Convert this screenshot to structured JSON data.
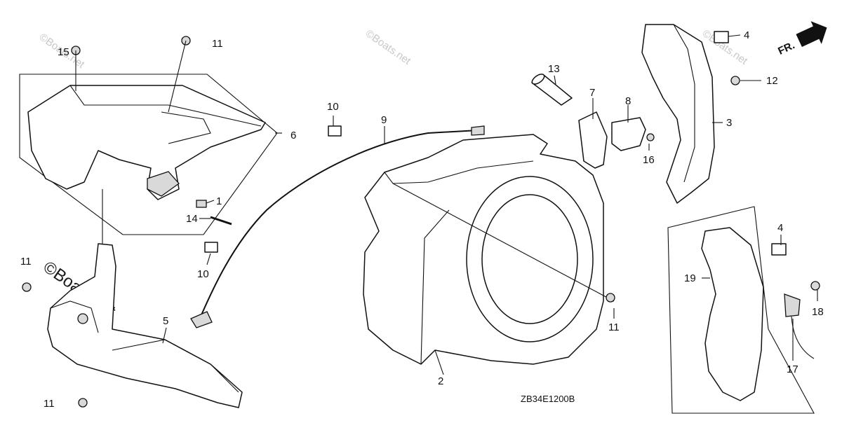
{
  "diagram": {
    "drawing_code": "ZB34E1200B",
    "direction_label": "FR.",
    "colors": {
      "ink": "#111111",
      "watermark": "#c8c8c8",
      "background": "#ffffff"
    },
    "watermark_text": "©Boats.net",
    "callouts": {
      "c1": "1",
      "c2": "2",
      "c3": "3",
      "c4a": "4",
      "c4b": "4",
      "c5": "5",
      "c6": "6",
      "c7": "7",
      "c8": "8",
      "c9": "9",
      "c10a": "10",
      "c10b": "10",
      "c11a": "11",
      "c11b": "11",
      "c11c": "11",
      "c11d": "11",
      "c12": "12",
      "c13": "13",
      "c14": "14",
      "c15": "15",
      "c16": "16",
      "c17": "17",
      "c18": "18",
      "c19": "19"
    }
  }
}
